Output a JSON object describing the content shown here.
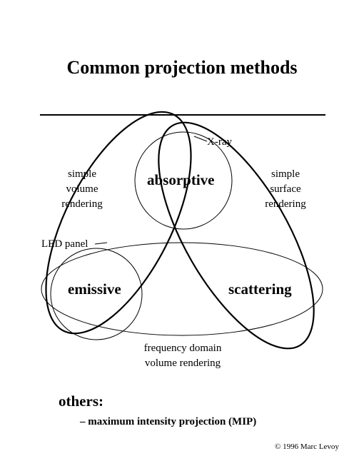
{
  "title": "Common projection methods",
  "labels": {
    "xray": "X-ray",
    "simple_volume": [
      "simple",
      "volume",
      "rendering"
    ],
    "absorptive": "absorptive",
    "simple_surface": [
      "simple",
      "surface",
      "rendering"
    ],
    "led_panel": "LED panel",
    "emissive": "emissive",
    "scattering": "scattering",
    "frequency": [
      "frequency domain",
      "volume rendering"
    ]
  },
  "others": {
    "heading": "others:",
    "items": [
      "– maximum intensity projection (MIP)"
    ]
  },
  "copyright": "© 1996 Marc Levoy"
}
